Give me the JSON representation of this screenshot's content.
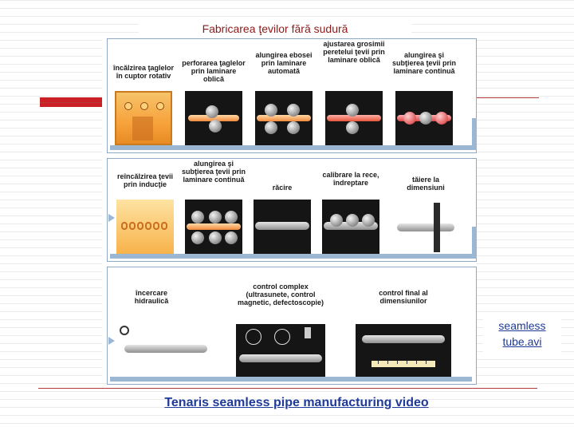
{
  "title": "Fabricarea ţevilor fără sudură",
  "rows": [
    {
      "steps": [
        {
          "label": "încălzirea ţaglelor în cuptor  rotativ",
          "scene": "furnace"
        },
        {
          "label": "perforarea ţaglelor prin laminare oblică",
          "scene": "piercing"
        },
        {
          "label": "alungirea ebosei prin laminare automată",
          "scene": "elongation"
        },
        {
          "label": "ajustarea grosimii peretelui ţevii prin laminare oblică",
          "scene": "sizing"
        },
        {
          "label": "alungirea şi subţierea ţevii prin laminare continuă",
          "scene": "continuous"
        }
      ]
    },
    {
      "steps": [
        {
          "label": "reîncălzirea ţevii prin inducţie",
          "scene": "induction"
        },
        {
          "label": "alungirea şi subţierea ţevii prin laminare continuă",
          "scene": "stretch"
        },
        {
          "label": "răcire",
          "scene": "cooling"
        },
        {
          "label": "calibrare la rece, îndreptare",
          "scene": "straightening"
        },
        {
          "label": "tăiere la dimensiuni",
          "scene": "cutting"
        }
      ]
    },
    {
      "steps": [
        {
          "label": "încercare hidraulică",
          "scene": "hydro"
        },
        {
          "label": "control complex (ultrasunete, control magnetic, defectoscopie)",
          "scene": "ndt"
        },
        {
          "label": "control final al dimensiunilor",
          "scene": "measure"
        }
      ]
    }
  ],
  "video_link": "seamless tube.avi",
  "bottom_link": "Tenaris seamless pipe manufacturing video",
  "colors": {
    "accent_bar": "#cc2027",
    "title_text": "#8b1a1a",
    "link": "#1f3a99",
    "belt": "#9bb7d4"
  }
}
